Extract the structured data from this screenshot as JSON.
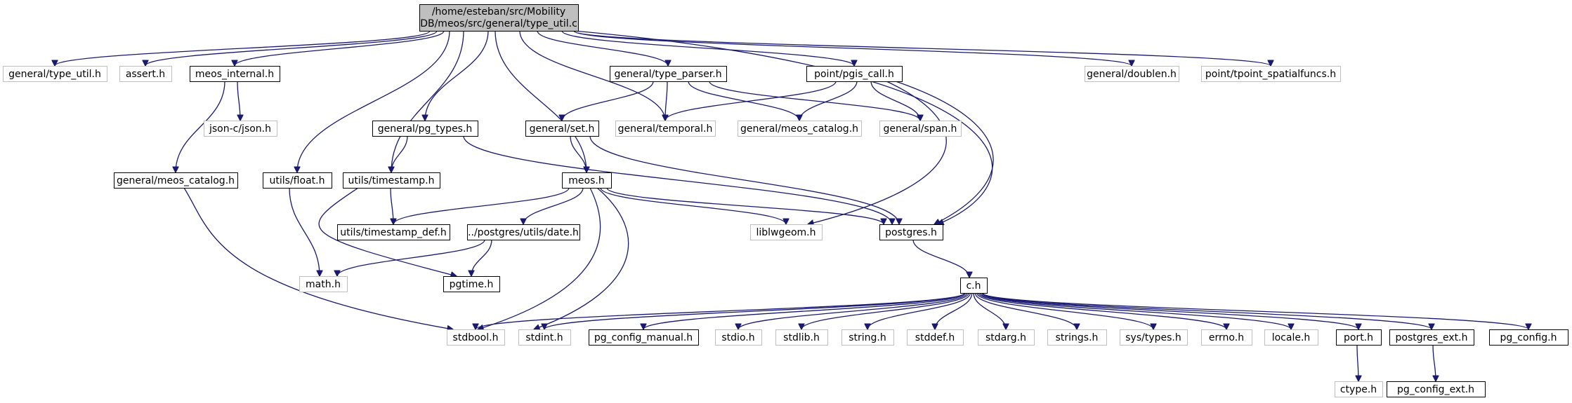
{
  "colors": {
    "edge": "#191970",
    "root_fill": "#bfbfbf",
    "documented_border": "#000000",
    "undocumented_border": "#bfbfbf",
    "text": "#000000",
    "background": "#ffffff"
  },
  "diagram": {
    "root": {
      "line1": "/home/esteban/src/Mobility",
      "line2": "DB/meos/src/general/type_util.c"
    },
    "nodes": {
      "type_util_h": {
        "label": "general/type_util.h",
        "documented": false
      },
      "assert_h": {
        "label": "assert.h",
        "documented": false
      },
      "meos_internal_h": {
        "label": "meos_internal.h",
        "documented": true
      },
      "type_parser_h": {
        "label": "general/type_parser.h",
        "documented": true
      },
      "pgis_call_h": {
        "label": "point/pgis_call.h",
        "documented": true
      },
      "doublen_h": {
        "label": "general/doublen.h",
        "documented": false
      },
      "tpoint_sf_h": {
        "label": "point/tpoint_spatialfuncs.h",
        "documented": false
      },
      "json_h": {
        "label": "json-c/json.h",
        "documented": false
      },
      "pg_types_h": {
        "label": "general/pg_types.h",
        "documented": true
      },
      "set_h": {
        "label": "general/set.h",
        "documented": true
      },
      "temporal_h": {
        "label": "general/temporal.h",
        "documented": false
      },
      "meos_catalog_a": {
        "label": "general/meos_catalog.h",
        "documented": false
      },
      "span_h": {
        "label": "general/span.h",
        "documented": false
      },
      "meos_catalog_b": {
        "label": "general/meos_catalog.h",
        "documented": true
      },
      "float_h": {
        "label": "utils/float.h",
        "documented": true
      },
      "timestamp_h": {
        "label": "utils/timestamp.h",
        "documented": true
      },
      "meos_h": {
        "label": "meos.h",
        "documented": true
      },
      "timestamp_def_h": {
        "label": "utils/timestamp_def.h",
        "documented": true
      },
      "date_h": {
        "label": "../postgres/utils/date.h",
        "documented": true
      },
      "liblwgeom_h": {
        "label": "liblwgeom.h",
        "documented": false
      },
      "postgres_h": {
        "label": "postgres.h",
        "documented": true
      },
      "math_h": {
        "label": "math.h",
        "documented": false
      },
      "pgtime_h": {
        "label": "pgtime.h",
        "documented": true
      },
      "c_h": {
        "label": "c.h",
        "documented": true
      },
      "stdbool_h": {
        "label": "stdbool.h",
        "documented": false
      },
      "stdint_h": {
        "label": "stdint.h",
        "documented": false
      },
      "pg_config_manual_h": {
        "label": "pg_config_manual.h",
        "documented": true
      },
      "stdio_h": {
        "label": "stdio.h",
        "documented": false
      },
      "stdlib_h": {
        "label": "stdlib.h",
        "documented": false
      },
      "string_h": {
        "label": "string.h",
        "documented": false
      },
      "stddef_h": {
        "label": "stddef.h",
        "documented": false
      },
      "stdarg_h": {
        "label": "stdarg.h",
        "documented": false
      },
      "strings_h": {
        "label": "strings.h",
        "documented": false
      },
      "sys_types_h": {
        "label": "sys/types.h",
        "documented": false
      },
      "errno_h": {
        "label": "errno.h",
        "documented": false
      },
      "locale_h": {
        "label": "locale.h",
        "documented": false
      },
      "port_h": {
        "label": "port.h",
        "documented": true
      },
      "postgres_ext_h": {
        "label": "postgres_ext.h",
        "documented": true
      },
      "pg_config_h": {
        "label": "pg_config.h",
        "documented": true
      },
      "ctype_h": {
        "label": "ctype.h",
        "documented": false
      },
      "pg_config_ext_h": {
        "label": "pg_config_ext.h",
        "documented": true
      }
    }
  }
}
